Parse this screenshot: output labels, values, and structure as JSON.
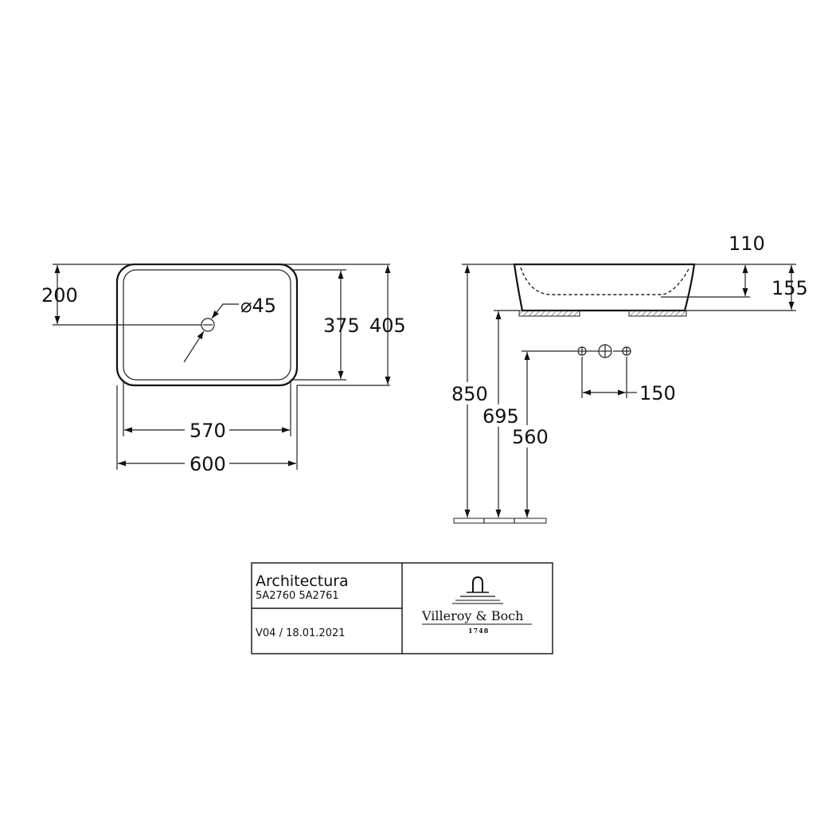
{
  "top_view": {
    "dim_200": "200",
    "dim_diameter": "⌀45",
    "dim_375": "375",
    "dim_405": "405",
    "dim_570": "570",
    "dim_600": "600"
  },
  "side_view": {
    "dim_110": "110",
    "dim_155": "155",
    "dim_850": "850",
    "dim_695": "695",
    "dim_560": "560",
    "dim_150": "150"
  },
  "title_block": {
    "product_name": "Architectura",
    "article_numbers": "5A2760 5A2761",
    "version_date": "V04 / 18.01.2021",
    "brand_name": "Villeroy & Boch",
    "brand_year": "1748"
  }
}
